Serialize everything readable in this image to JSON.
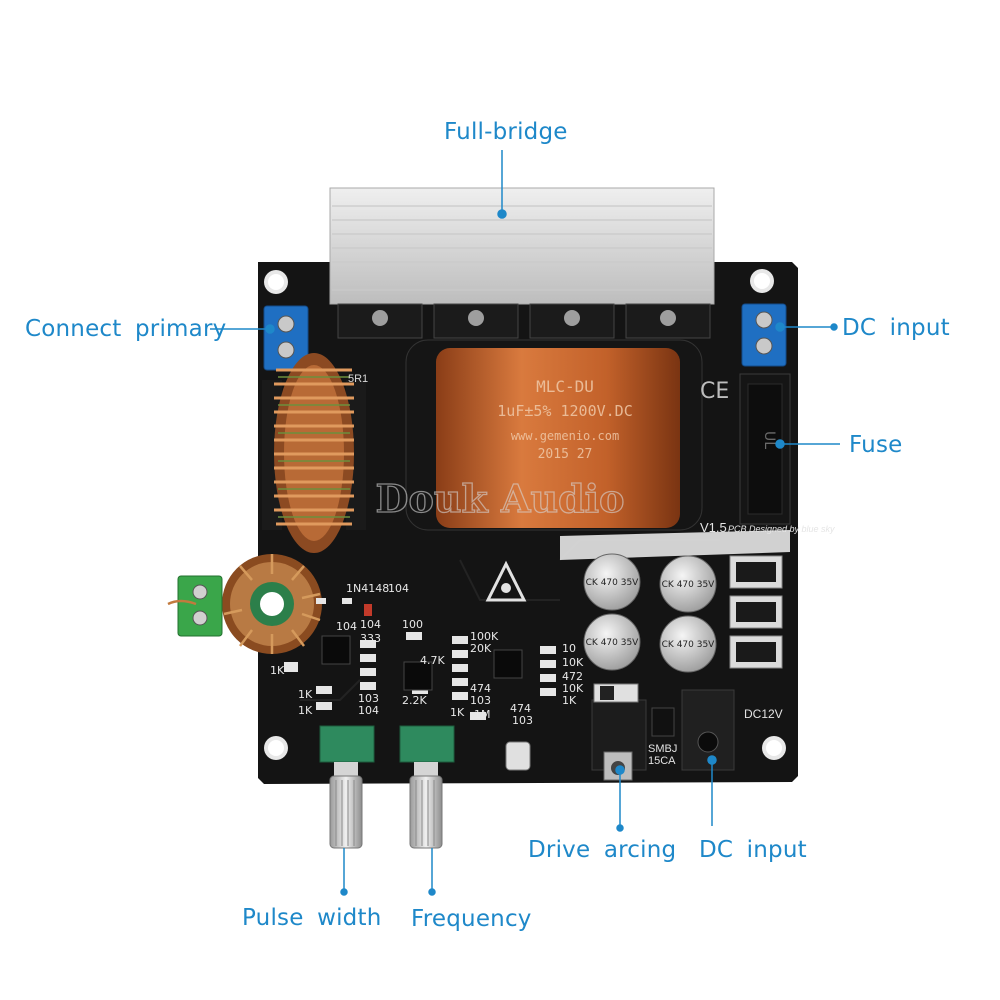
{
  "labels": {
    "full_bridge": "Full-bridge",
    "connect_primary": "Connect primary",
    "dc_input_top": "DC input",
    "fuse": "Fuse",
    "drive_arcing": "Drive arcing",
    "dc_input_bottom": "DC input",
    "pulse_width": "Pulse width",
    "frequency": "Frequency"
  },
  "board": {
    "watermark": "Douk Audio",
    "capacitor_text": [
      "MLC-DU",
      "1uF±5% 1200V.DC",
      "www.gemenio.com",
      "2015 27"
    ],
    "version": "V1.5",
    "pcb_credit": "PCB Designed by blue sky",
    "ce_mark": "CE",
    "dc_jack_label": "DC12V",
    "tvs_label": [
      "SMBJ",
      "15CA"
    ],
    "fuse_text": "UL",
    "electrolytic_caps": [
      "CK 470 35V",
      "CK 470 35V",
      "CK 470 35V",
      "CK 470 35V"
    ],
    "component_labels": [
      "1N4148",
      "104",
      "104",
      "104",
      "333",
      "100",
      "100K",
      "20K",
      "1K",
      "1K",
      "1K",
      "103",
      "104",
      "2.2K",
      "4.7K",
      "474",
      "103",
      "1M",
      "474",
      "103",
      "10",
      "10K",
      "472",
      "10K",
      "1K",
      "1K",
      "5R1"
    ]
  },
  "colors": {
    "callout": "#1e88c9",
    "pcb": "#121212",
    "heatsink": "#d8d8d8",
    "capacitor": "#c8652e",
    "terminal_blue": "#1f6fc2",
    "terminal_green": "#3aa64a",
    "pot_green": "#2e8a5e",
    "copper": "#b86a36"
  }
}
